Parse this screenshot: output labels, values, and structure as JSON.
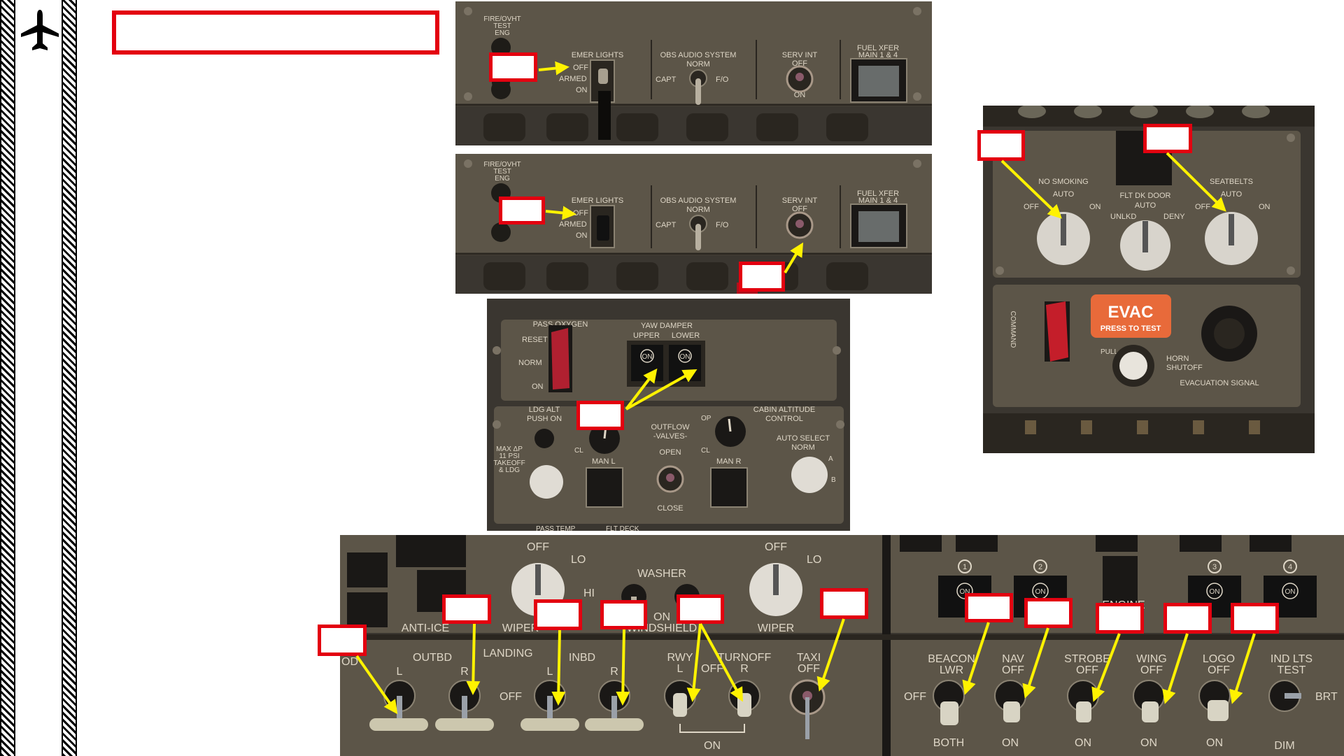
{
  "app": {
    "icon": "airplane-icon"
  },
  "colors": {
    "callout_border": "#e3000f",
    "arrow": "#fff200",
    "panel": "#5c5548",
    "panel_dark": "#3a3630",
    "placard": "#ded6c6"
  },
  "panel_emer_1": {
    "fire_ovht": [
      "FIRE/OVHT",
      "TEST",
      "ENG"
    ],
    "emer_lights": {
      "title": "EMER LIGHTS",
      "positions": [
        "OFF",
        "ARMED",
        "ON"
      ]
    },
    "obs_audio": {
      "title": "OBS AUDIO SYSTEM",
      "norm": "NORM",
      "capt": "CAPT",
      "fo": "F/O"
    },
    "serv_int": {
      "title": "SERV INT",
      "off": "OFF",
      "on": "ON"
    },
    "fuel_xfer": [
      "FUEL XFER",
      "MAIN 1 & 4"
    ]
  },
  "panel_emer_2": {
    "fire_ovht": [
      "FIRE/OVHT",
      "TEST",
      "ENG"
    ],
    "emer_lights": {
      "title": "EMER LIGHTS",
      "positions": [
        "OFF",
        "ARMED",
        "ON"
      ]
    },
    "obs_audio": {
      "title": "OBS AUDIO SYSTEM",
      "norm": "NORM",
      "capt": "CAPT",
      "fo": "F/O"
    },
    "serv_int": {
      "title": "SERV INT",
      "off": "OFF"
    },
    "fuel_xfer": [
      "FUEL XFER",
      "MAIN 1 & 4"
    ]
  },
  "panel_signs": {
    "no_smoking": {
      "title": "NO SMOKING",
      "auto": "AUTO",
      "off": "OFF",
      "on": "ON"
    },
    "flt_dk_door": {
      "title": "FLT DK DOOR",
      "auto": "AUTO",
      "unlkd": "UNLKD",
      "deny": "DENY"
    },
    "seatbelts": {
      "title": "SEATBELTS",
      "auto": "AUTO",
      "off": "OFF",
      "on": "ON"
    },
    "command": "COMMAND",
    "evac": "EVAC",
    "press_to_test": "PRESS TO TEST",
    "pull": "PULL",
    "horn": [
      "HORN",
      "SHUTOFF"
    ],
    "evacuation_signal": "EVACUATION SIGNAL"
  },
  "panel_yaw": {
    "pass_oxygen": "PASS OXYGEN",
    "reset": "RESET",
    "norm": "NORM",
    "on": "ON",
    "yaw_damper": {
      "title": "YAW DAMPER",
      "upper": "UPPER",
      "lower": "LOWER",
      "on": "ON"
    },
    "ldg_alt": [
      "LDG ALT",
      "PUSH ON"
    ],
    "max_dp": [
      "MAX ΔP",
      "11 PSI",
      "TAKEOFF",
      "& LDG"
    ],
    "outflow": [
      "OUTFLOW",
      "-VALVES-"
    ],
    "open": "OPEN",
    "close": "CLOSE",
    "cl": "CL",
    "op": "OP",
    "man_l": "MAN L",
    "man_r": "MAN R",
    "cabin_alt": [
      "CABIN ALTITUDE",
      "CONTROL"
    ],
    "auto_select": [
      "AUTO SELECT",
      "NORM"
    ],
    "a": "A",
    "b": "B",
    "bottom_cut": [
      "PASS TEMP",
      "FLT DECK"
    ]
  },
  "panel_lights": {
    "anti_ice": "ANTI-ICE",
    "wiper": {
      "title": "WIPER",
      "off": "OFF",
      "lo": "LO",
      "hi": "HI"
    },
    "washer": "WASHER",
    "windshield": "WINDSHIELD",
    "on": "ON",
    "landing": {
      "title": "LANDING",
      "outbd": "OUTBD",
      "inbd": "INBD",
      "l": "L",
      "r": "R",
      "off": "OFF",
      "od": "OD"
    },
    "rwy_turnoff": {
      "rwy": "RWY",
      "turnoff": "TURNOFF",
      "l": "L",
      "r": "R",
      "off": "OFF",
      "on": "ON"
    },
    "taxi": {
      "title": "TAXI",
      "off": "OFF"
    },
    "engine": "ENGINE",
    "eng_nums": [
      "1",
      "2",
      "3",
      "4"
    ],
    "beacon": {
      "title": "BEACON",
      "lwr": "LWR",
      "off": "OFF",
      "both": "BOTH"
    },
    "nav": {
      "title": "NAV",
      "off": "OFF",
      "on": "ON"
    },
    "strobe": {
      "title": "STROBE",
      "off": "OFF",
      "on": "ON"
    },
    "wing": {
      "title": "WING",
      "off": "OFF",
      "on": "ON"
    },
    "logo": {
      "title": "LOGO",
      "off": "OFF",
      "on": "ON"
    },
    "ind_lts": {
      "title": "IND LTS",
      "test": "TEST",
      "brt": "BRT",
      "dim": "DIM"
    }
  }
}
